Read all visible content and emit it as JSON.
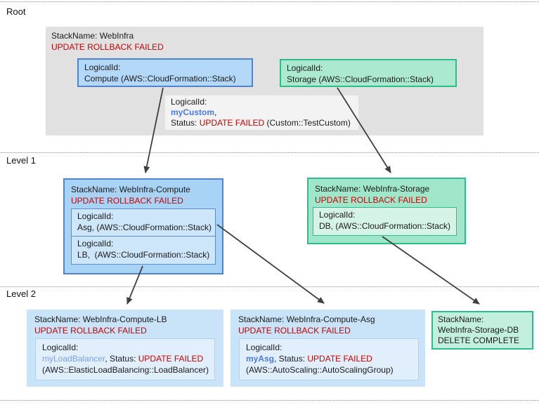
{
  "labels": {
    "root": "Root",
    "level1": "Level 1",
    "level2": "Level 2"
  },
  "colors": {
    "error_red": "#cc0000",
    "logical_id_blue_bold": "#4d79e4",
    "logical_id_blue_light": "#7da0f2",
    "blue_border": "#4e86c9",
    "green_border": "#2dbd8d",
    "arrow": "#3f3f3f"
  },
  "stacks": {
    "root": {
      "title": "StackName: WebInfra",
      "status": "UPDATE ROLLBACK FAILED",
      "compute": {
        "l1": "LogicalId:",
        "l2": "Compute (AWS::CloudFormation::Stack)"
      },
      "storage": {
        "l1": "LogicalId:",
        "l2": "Storage (AWS::CloudFormation::Stack)"
      },
      "custom": {
        "l1": "LogicalId:",
        "id": "myCustom",
        "after_id": ",",
        "status_label": "Status: ",
        "status": "UPDATE FAILED",
        "type": " (Custom::TestCustom)"
      }
    },
    "compute": {
      "title": "StackName: WebInfra-Compute",
      "status": "UPDATE ROLLBACK FAILED",
      "asg": {
        "l1": "LogicalId:",
        "l2": "Asg, (AWS::CloudFormation::Stack)"
      },
      "lb": {
        "l1": "LogicalId:",
        "l2": "LB,  (AWS::CloudFormation::Stack)"
      }
    },
    "storage": {
      "title": "StackName: WebInfra-Storage",
      "status": "UPDATE ROLLBACK FAILED",
      "db": {
        "l1": "LogicalId:",
        "l2": "DB, (AWS::CloudFormation::Stack)"
      }
    },
    "compute_lb": {
      "title": "StackName: WebInfra-Compute-LB",
      "status": "UPDATE ROLLBACK FAILED",
      "res": {
        "l1": "LogicalId:",
        "id": "myLoadBalancer",
        "mid": ", Status: ",
        "status": "UPDATE FAILED",
        "type": "(AWS::ElasticLoadBalancing::LoadBalancer)"
      }
    },
    "compute_asg": {
      "title": "StackName: WebInfra-Compute-Asg",
      "status": "UPDATE ROLLBACK FAILED",
      "res": {
        "l1": "LogicalId:",
        "id": "myAsg",
        "mid": ", Status: ",
        "status": "UPDATE FAILED",
        "type": "(AWS::AutoScaling::AutoScalingGroup)"
      }
    },
    "storage_db": {
      "title": "StackName:",
      "name": "WebInfra-Storage-DB",
      "status": "DELETE COMPLETE"
    }
  }
}
